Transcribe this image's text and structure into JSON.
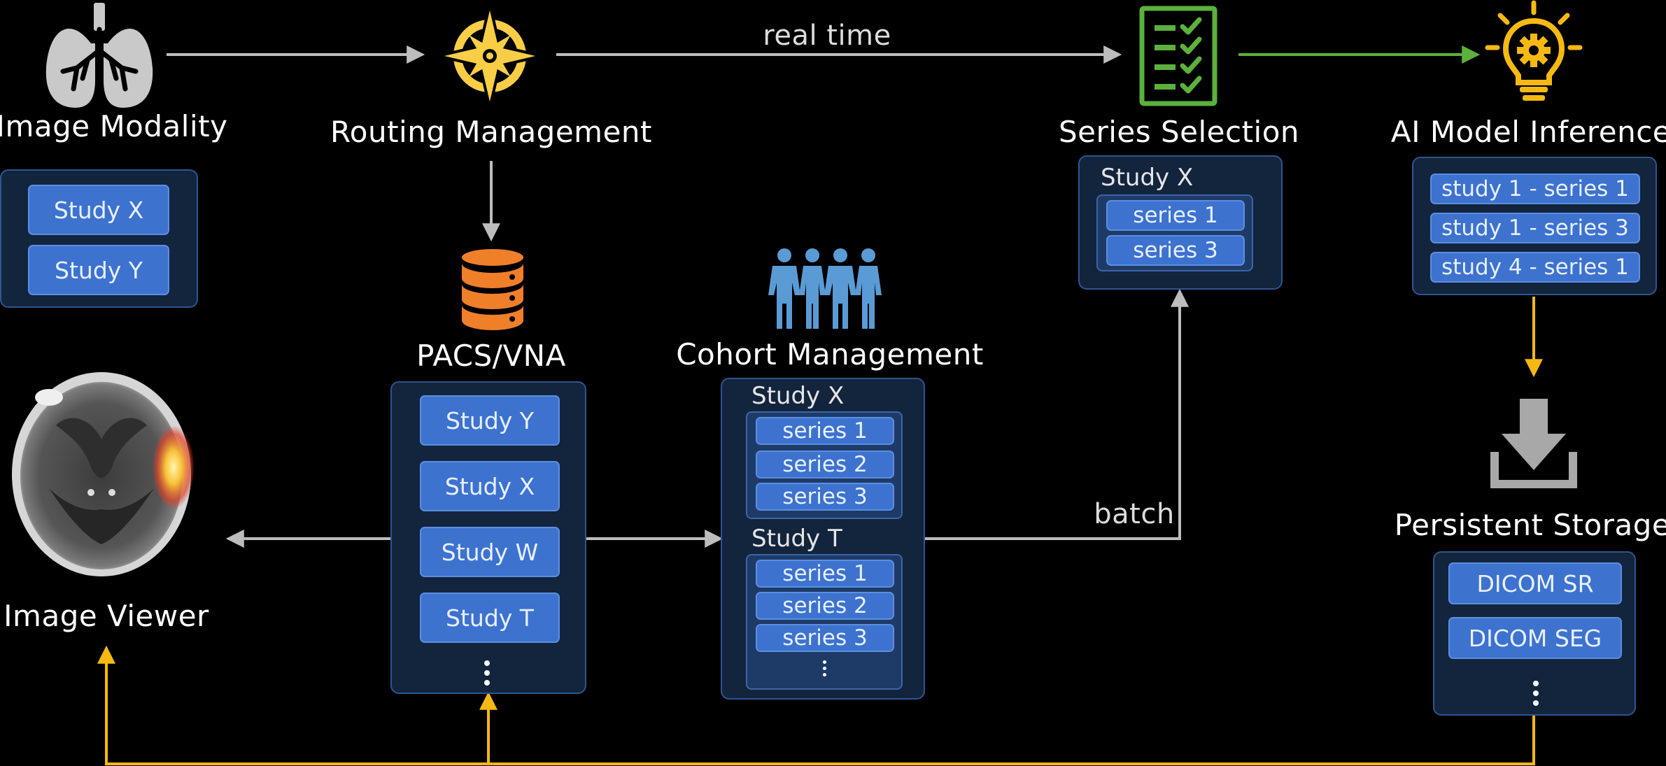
{
  "nodes": {
    "modality": {
      "label": "Image Modality",
      "studies": [
        "Study X",
        "Study Y"
      ]
    },
    "routing": {
      "label": "Routing Management"
    },
    "series_selection": {
      "label": "Series Selection",
      "study": "Study X",
      "series": [
        "series 1",
        "series 3"
      ]
    },
    "ai_inference": {
      "label": "AI Model Inference",
      "items": [
        "study 1 - series 1",
        "study 1 - series 3",
        "study 4 - series 1"
      ]
    },
    "pacs": {
      "label": "PACS/VNA",
      "studies": [
        "Study Y",
        "Study X",
        "Study W",
        "Study T"
      ]
    },
    "cohort": {
      "label": "Cohort Management",
      "groups": [
        {
          "study": "Study X",
          "series": [
            "series 1",
            "series 2",
            "series 3"
          ]
        },
        {
          "study": "Study T",
          "series": [
            "series 1",
            "series 2",
            "series 3"
          ]
        }
      ]
    },
    "storage": {
      "label": "Persistent Storage",
      "items": [
        "DICOM SR",
        "DICOM SEG"
      ]
    },
    "viewer": {
      "label": "Image Viewer"
    }
  },
  "edges": {
    "realtime_label": "real time",
    "batch_label": "batch"
  },
  "icons": {
    "modality": "lungs-icon",
    "routing": "compass-icon",
    "series_selection": "checklist-icon",
    "ai_inference": "lightbulb-gear-icon",
    "pacs": "database-icon",
    "cohort": "people-group-icon",
    "storage": "download-tray-icon",
    "viewer": "brain-scan-icon"
  },
  "colors": {
    "background": "#000000",
    "panel": "#13243d",
    "item": "#3d72cf",
    "gray_arrow": "#bdbdbd",
    "green_arrow": "#5cb13c",
    "yellow_arrow": "#f6b913",
    "database": "#f07f2a",
    "people": "#5b9bd5",
    "compass": "#f7ce46"
  }
}
